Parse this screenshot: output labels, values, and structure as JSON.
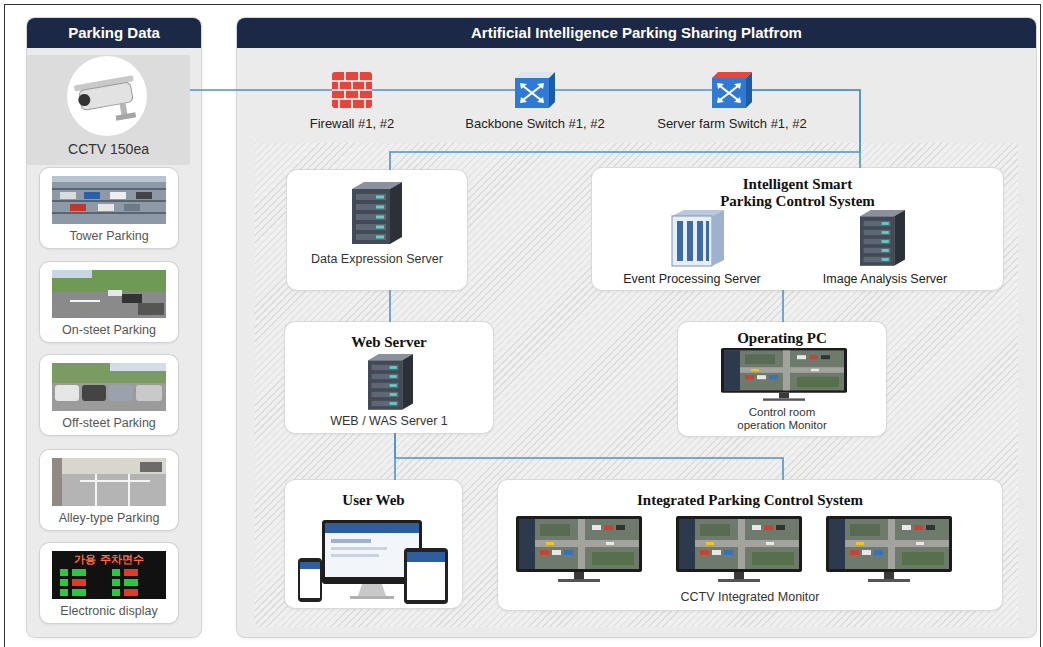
{
  "diagram": {
    "nodes": [
      {
        "text": [
          "Parking Data"
        ]
      },
      {
        "text": [
          "CCTV 150ea"
        ],
        "in": 0
      },
      {
        "text": [
          "Tower Parking"
        ],
        "in": 0
      },
      {
        "text": [
          "On-steet Parking"
        ],
        "in": 0
      },
      {
        "text": [
          "Off-steet Parking"
        ],
        "in": 0
      },
      {
        "text": [
          "Alley-type Parking"
        ],
        "in": 0
      },
      {
        "text": [
          "Electronic display"
        ],
        "in": 0
      },
      {
        "text": [
          "Artificial Intelligence Parking Sharing Platfrom"
        ]
      },
      {
        "text": [
          "Firewall #1, #2"
        ],
        "in": 7
      },
      {
        "text": [
          "Backbone Switch #1, #2"
        ],
        "in": 7
      },
      {
        "text": [
          "Server farm Switch #1, #2"
        ],
        "in": 7
      },
      {
        "text": [
          "Data Expression Server"
        ],
        "in": 7
      },
      {
        "text": [
          "Intelligent Smart Parking Control System",
          "Event Processing Server",
          "Image Analysis Server"
        ],
        "in": 7
      },
      {
        "text": [
          "Web Server",
          "WEB / WAS Server 1"
        ],
        "in": 7
      },
      {
        "text": [
          "Operating PC",
          "Control room operation Monitor"
        ],
        "in": 7
      },
      {
        "text": [
          "User Web"
        ],
        "in": 7
      },
      {
        "text": [
          "Integrated Parking Control System",
          "CCTV Integrated Monitor"
        ],
        "in": 7
      }
    ],
    "edges": [
      {
        "from": 1,
        "to": 8,
        "arrow": "none"
      },
      {
        "from": 8,
        "to": 9,
        "arrow": "none"
      },
      {
        "from": 9,
        "to": 10,
        "arrow": "none"
      },
      {
        "from": 10,
        "to": 11,
        "arrow": "none"
      },
      {
        "from": 10,
        "to": 12,
        "arrow": "none"
      },
      {
        "from": 11,
        "to": 13,
        "arrow": "none"
      },
      {
        "from": 12,
        "to": 14,
        "arrow": "none"
      },
      {
        "from": 13,
        "to": 15,
        "arrow": "none"
      },
      {
        "from": 13,
        "to": 16,
        "arrow": "none"
      }
    ],
    "labels": [
      "가용 주차면수"
    ]
  }
}
